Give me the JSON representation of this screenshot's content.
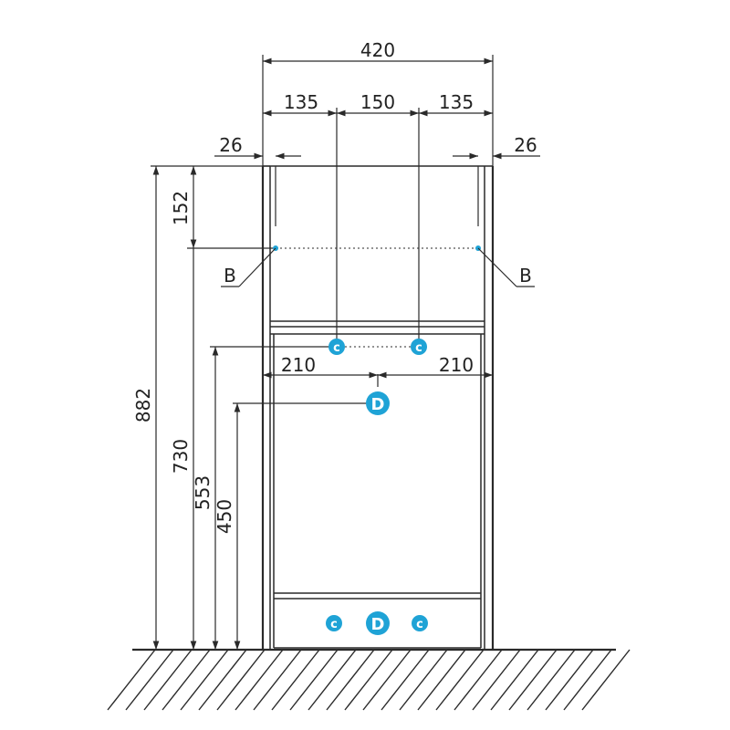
{
  "dimensions": {
    "total_width": "420",
    "left_offset": "135",
    "center_gap": "150",
    "right_offset": "135",
    "left_inset": "26",
    "right_inset": "26",
    "left_half": "210",
    "right_half": "210",
    "top_drop": "152",
    "overall_height": "882",
    "height_b": "730",
    "height_c": "553",
    "height_d": "450"
  },
  "markers": {
    "b_label": "B",
    "c_label": "c",
    "d_label": "D"
  },
  "colors": {
    "marker_fill": "#1fa3d6",
    "line": "#2a2a2a"
  }
}
